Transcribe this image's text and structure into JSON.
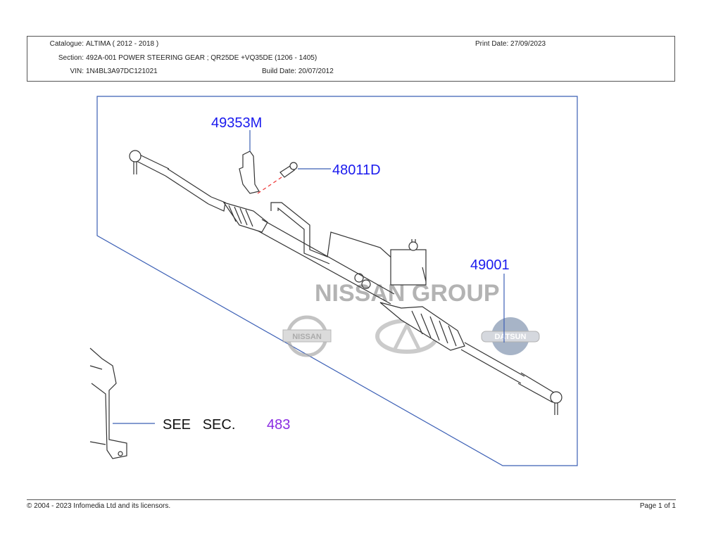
{
  "header": {
    "catalogue_label": "Catalogue:",
    "catalogue_value": "ALTIMA ( 2012 - 2018 )",
    "section_label": "Section:",
    "section_value": "492A-001 POWER STEERING GEAR ; QR25DE +VQ35DE (1206 - 1405)",
    "vin_label": "VIN:",
    "vin_value": "1N4BL3A97DC121021",
    "build_date_label": "Build Date:",
    "build_date_value": "20/07/2012",
    "print_date_label": "Print Date:",
    "print_date_value": "27/09/2023"
  },
  "diagram": {
    "callouts": [
      "49353M",
      "48011D",
      "49001"
    ],
    "see_sec_text": "SEE   SEC.",
    "see_sec_number": "483",
    "watermark": "NISSAN GROUP",
    "logos": [
      "NISSAN",
      "INFINITI",
      "DATSUN"
    ],
    "colors": {
      "callout": "#1a1aee",
      "section_link": "#8a2be2",
      "frame": "#3b5fb5"
    }
  },
  "footer": {
    "copyright": "© 2004 - 2023 Infomedia Ltd and its licensors.",
    "page": "Page 1 of 1"
  }
}
